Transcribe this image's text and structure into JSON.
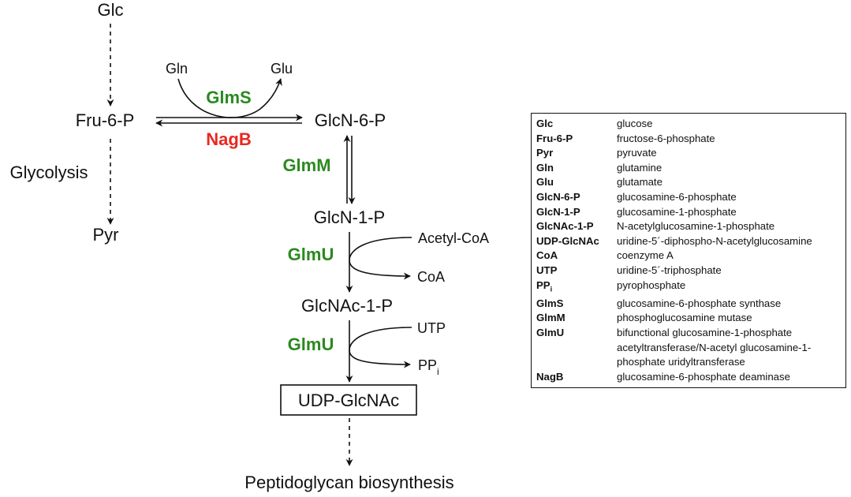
{
  "nodes": {
    "glc": "Glc",
    "fru6p": "Fru-6-P",
    "glycolysis": "Glycolysis",
    "pyr": "Pyr",
    "gln": "Gln",
    "glu": "Glu",
    "glcn6p": "GlcN-6-P",
    "glcn1p": "GlcN-1-P",
    "glcnac1p": "GlcNAc-1-P",
    "udpglcnac": "UDP-GlcNAc",
    "peptidoglycan": "Peptidoglycan biosynthesis",
    "acetylcoa": "Acetyl-CoA",
    "coa": "CoA",
    "utp": "UTP",
    "ppi_base": "PP",
    "ppi_sub": "i"
  },
  "enzymes": {
    "glms": "GlmS",
    "nagb": "NagB",
    "glmm": "GlmM",
    "glmu1": "GlmU",
    "glmu2": "GlmU"
  },
  "colors": {
    "green_enzyme": "#2a8a1e",
    "red_enzyme": "#e8281f"
  },
  "legend": [
    {
      "abbr": "Glc",
      "def": "glucose"
    },
    {
      "abbr": "Fru-6-P",
      "def": "fructose-6-phosphate"
    },
    {
      "abbr": "Pyr",
      "def": "pyruvate"
    },
    {
      "abbr": "Gln",
      "def": "glutamine"
    },
    {
      "abbr": "Glu",
      "def": "glutamate"
    },
    {
      "abbr": "GlcN-6-P",
      "def": "glucosamine-6-phosphate"
    },
    {
      "abbr": "GlcN-1-P",
      "def": "glucosamine-1-phosphate"
    },
    {
      "abbr": "GlcNAc-1-P",
      "def": "N-acetylglucosamine-1-phosphate"
    },
    {
      "abbr": "UDP-GlcNAc",
      "def": "uridine-5´-diphospho-N-acetylglucosamine"
    },
    {
      "abbr": "CoA",
      "def": "coenzyme A"
    },
    {
      "abbr": "UTP",
      "def": "uridine-5´-triphosphate"
    },
    {
      "abbr": "PP",
      "abbr_sub": "i",
      "def": "pyrophosphate"
    },
    {
      "abbr": "GlmS",
      "def": "glucosamine-6-phosphate synthase"
    },
    {
      "abbr": "GlmM",
      "def": "phosphoglucosamine mutase"
    },
    {
      "abbr": "GlmU",
      "def": "bifunctional glucosamine-1-phosphate acetyltransferase/N-acetyl glucosamine-1-phosphate uridyltransferase"
    },
    {
      "abbr": "NagB",
      "def": "glucosamine-6-phosphate deaminase"
    }
  ]
}
